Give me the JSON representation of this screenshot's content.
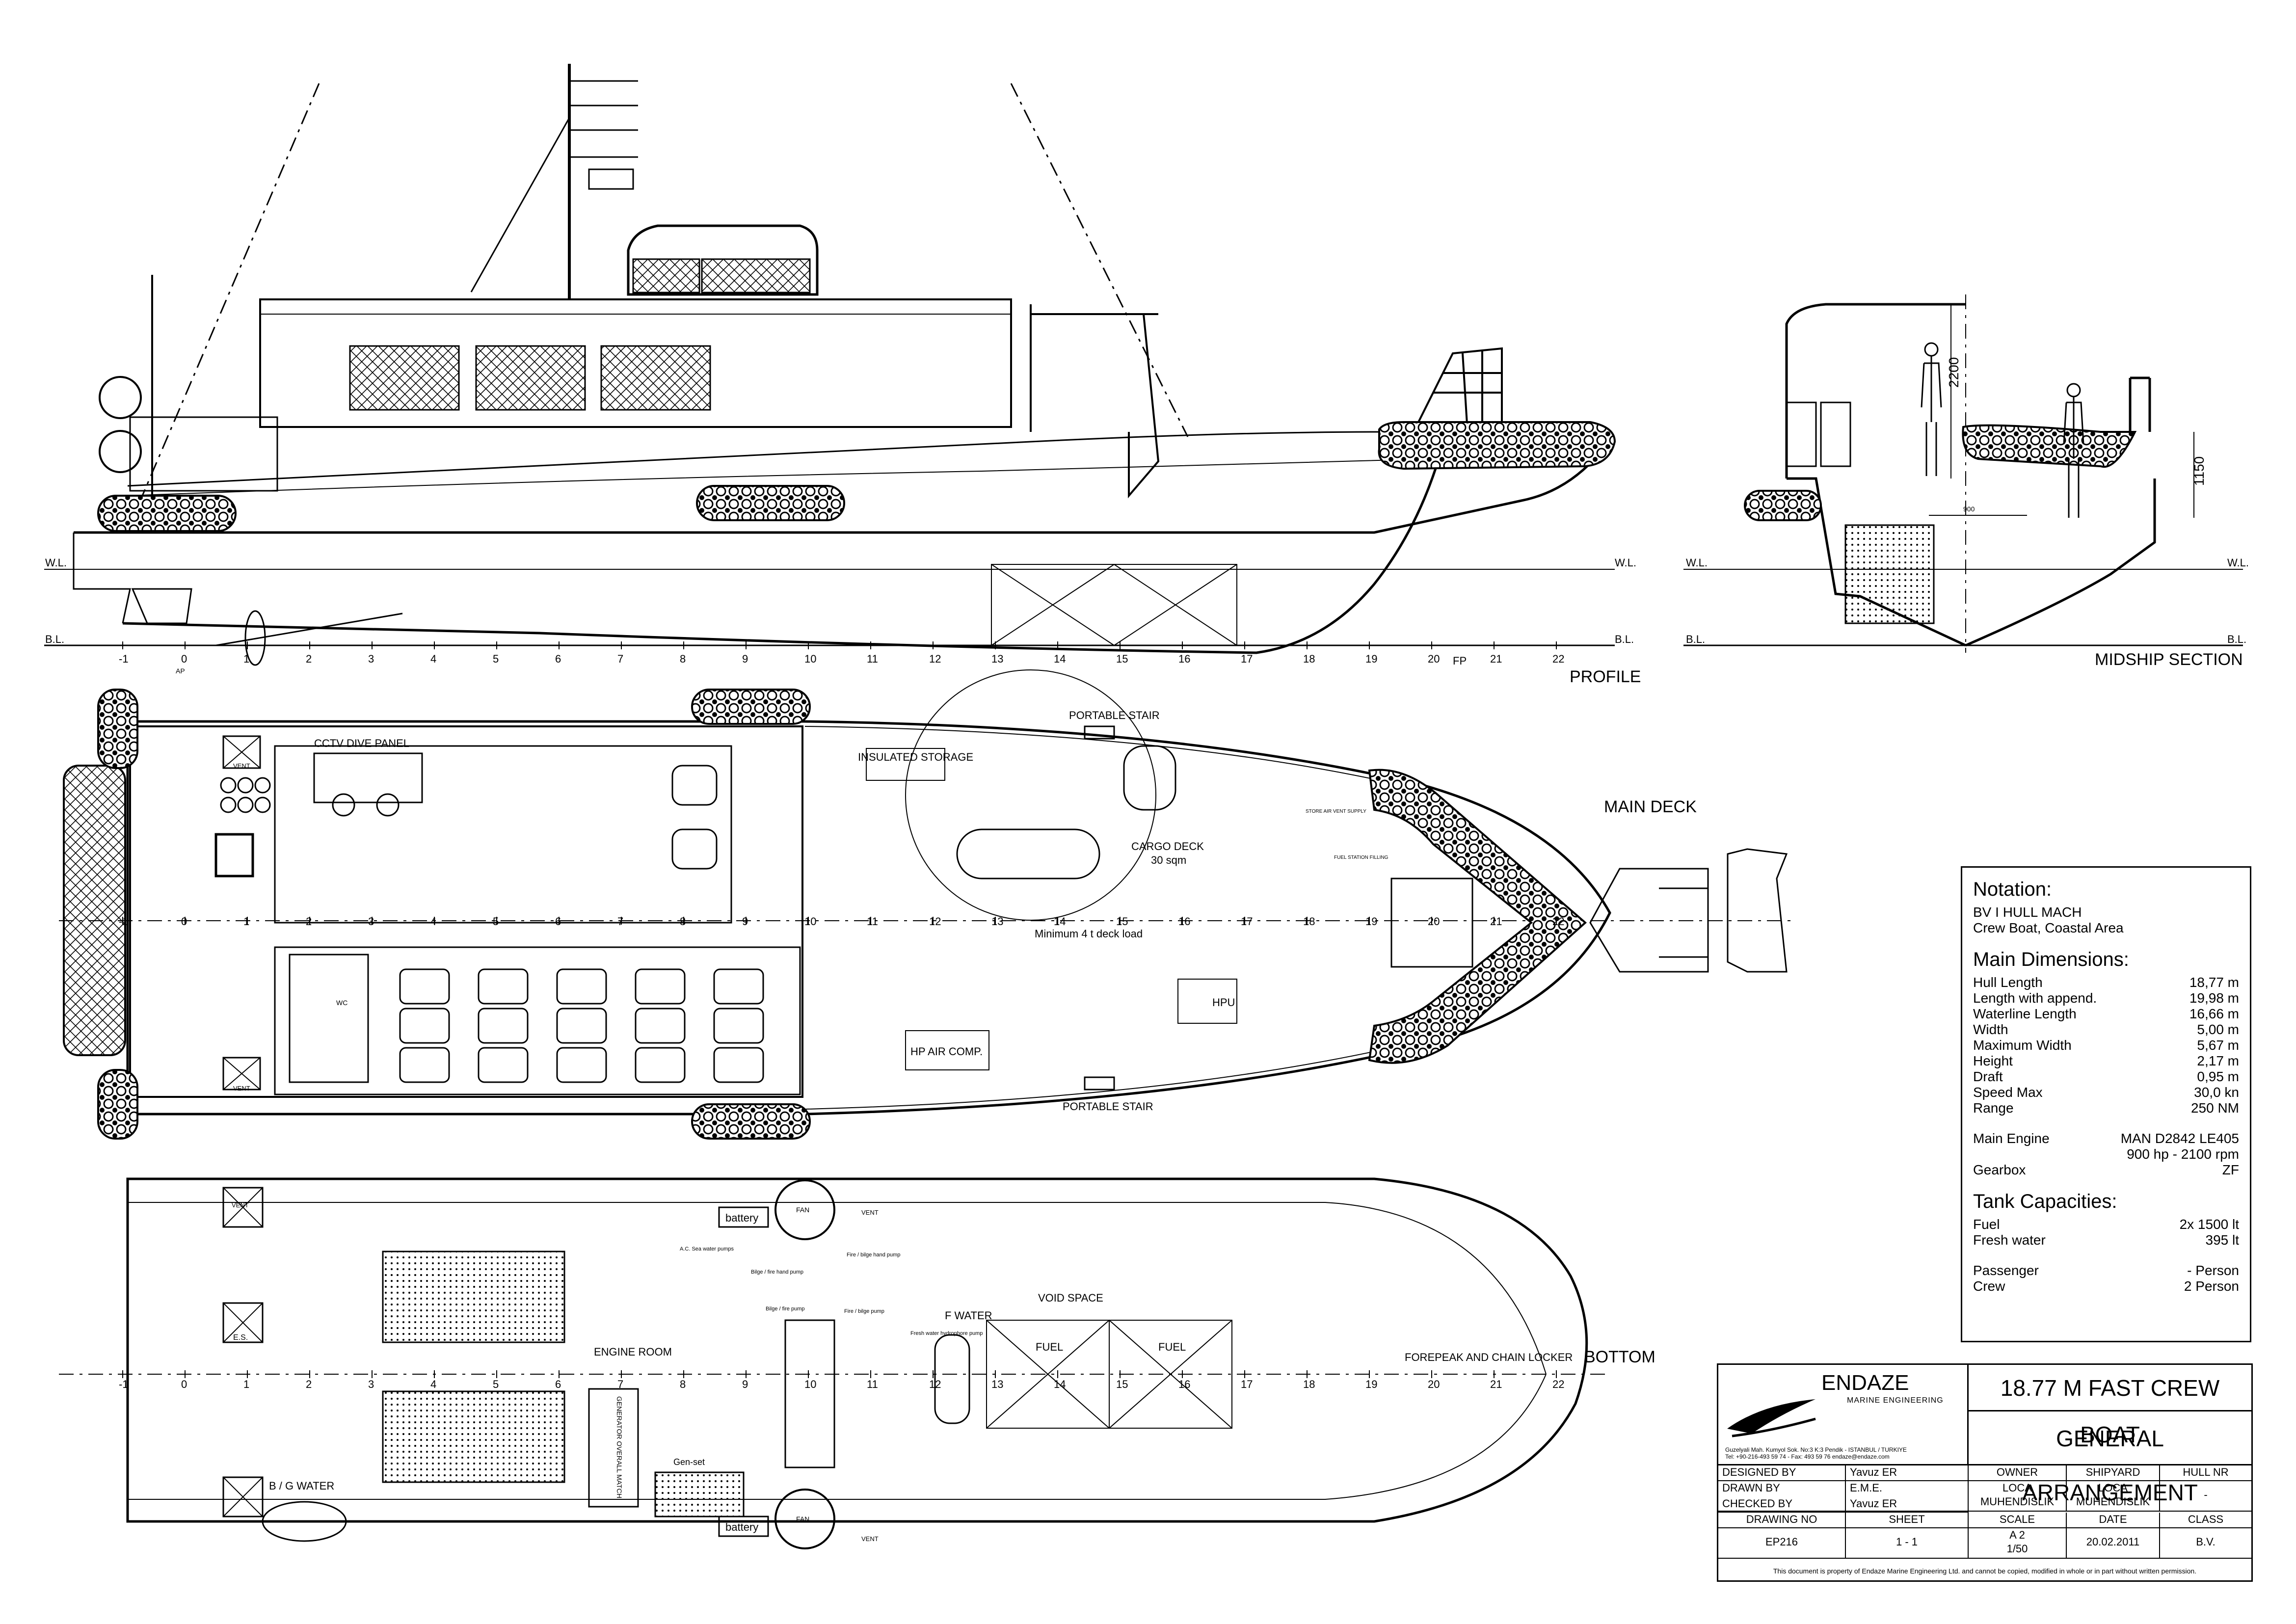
{
  "profile": {
    "label": "PROFILE",
    "wl": "W.L.",
    "bl": "B.L.",
    "ap": "AP",
    "fp": "FP",
    "frames": [
      "-1",
      "0",
      "1",
      "2",
      "3",
      "4",
      "5",
      "6",
      "7",
      "8",
      "9",
      "10",
      "11",
      "12",
      "13",
      "14",
      "15",
      "16",
      "17",
      "18",
      "19",
      "20",
      "21",
      "22"
    ]
  },
  "midship": {
    "label": "MIDSHIP SECTION",
    "wl": "W.L.",
    "bl": "B.L.",
    "dim_2200": "2200",
    "dim_1150": "1150",
    "dim_900": "900"
  },
  "main_deck": {
    "label": "MAIN DECK",
    "cctv": "CCTV DIVE PANEL",
    "vent": "VENT",
    "wc": "WC",
    "insulated": "INSULATED STORAGE",
    "portable_stair": "PORTABLE STAIR",
    "cargo": "CARGO DECK",
    "cargo_area": "30 sqm",
    "deck_load": "Minimum 4 t deck load",
    "hpu": "HPU",
    "hp_air": "HP AIR COMP.",
    "fuel_station": "FUEL STATION FILLING",
    "store_air": "STORE AIR VENT SUPPLY"
  },
  "bottom": {
    "label": "BOTTOM",
    "battery": "battery",
    "fan": "FAN",
    "vent": "VENT",
    "engine_room": "ENGINE ROOM",
    "void_space": "VOID SPACE",
    "fuel": "FUEL",
    "f_water": "F WATER",
    "forepeak": "FOREPEAK AND CHAIN LOCKER",
    "gen_set": "Gen-set",
    "bg_water": "B / G WATER",
    "generator": "GENERATOR OVERALL MATCH",
    "ac_pumps": "A.C. Sea water pumps",
    "bilge_hand": "Bilge / fire hand pump",
    "bilge_fire": "Bilge / fire pump",
    "fire_bilge_hand": "Fire / bilge hand pump",
    "fire_bilge": "Fire / bilge pump",
    "fresh_water": "Fresh water hydrophore pump",
    "es": "E.S."
  },
  "notation": {
    "title": "Notation:",
    "class_line1": "BV I HULL MACH",
    "class_line2": "Crew Boat, Coastal Area",
    "dims_title": "Main Dimensions:",
    "dims": [
      {
        "k": "Hull Length",
        "v": "18,77 m"
      },
      {
        "k": "Length with append.",
        "v": "19,98 m"
      },
      {
        "k": "Waterline Length",
        "v": "16,66 m"
      },
      {
        "k": "Width",
        "v": "5,00 m"
      },
      {
        "k": "Maximum Width",
        "v": "5,67 m"
      },
      {
        "k": "Height",
        "v": "2,17 m"
      },
      {
        "k": "Draft",
        "v": "0,95 m"
      },
      {
        "k": "Speed Max",
        "v": "30,0 kn"
      },
      {
        "k": "Range",
        "v": "250 NM"
      }
    ],
    "engine_k": "Main Engine",
    "engine_v1": "MAN D2842 LE405",
    "engine_v2": "900 hp - 2100 rpm",
    "gearbox_k": "Gearbox",
    "gearbox_v": "ZF",
    "tanks_title": "Tank Capacities:",
    "tanks": [
      {
        "k": "Fuel",
        "v": "2x 1500 lt"
      },
      {
        "k": "Fresh water",
        "v": "395 lt"
      }
    ],
    "people": [
      {
        "k": "Passenger",
        "v": "- Person"
      },
      {
        "k": "Crew",
        "v": "2 Person"
      }
    ]
  },
  "title_block": {
    "company": "ENDAZE",
    "company_sub": "MARINE ENGINEERING",
    "address1": "Guzelyali Mah. Kumyol Sok. No:3 K:3    Pendik - ISTANBUL / TURKIYE",
    "address2": "Tel: +90-216-493 59 74 - Fax: 493 59 76    endaze@endaze.com",
    "title1": "18.77 M FAST CREW BOAT",
    "title2": "GENERAL ARRANGEMENT",
    "designed_by_k": "DESIGNED BY",
    "designed_by_v": "Yavuz ER",
    "owner_k": "OWNER",
    "shipyard_k": "SHIPYARD",
    "hull_nr_k": "HULL NR",
    "drawn_by_k": "DRAWN BY",
    "drawn_by_v": "E.M.E.",
    "owner_v": "LOCA MUHENDISLIK",
    "shipyard_v": "LOCA MUHENDISLIK",
    "hull_nr_v": "-",
    "checked_by_k": "CHECKED BY",
    "checked_by_v": "Yavuz ER",
    "drawing_no_k": "DRAWING NO",
    "sheet_k": "SHEET",
    "scale_k": "SCALE",
    "date_k": "DATE",
    "class_k": "CLASS",
    "drawing_no_v": "EP216",
    "sheet_v": "1 - 1",
    "scale_v": "A 2",
    "scale_v2": "1/50",
    "date_v": "20.02.2011",
    "class_v": "B.V.",
    "footer": "This document is property of  Endaze Marine Engineering Ltd. and cannot be copied, modified in whole or in part without written permission."
  }
}
